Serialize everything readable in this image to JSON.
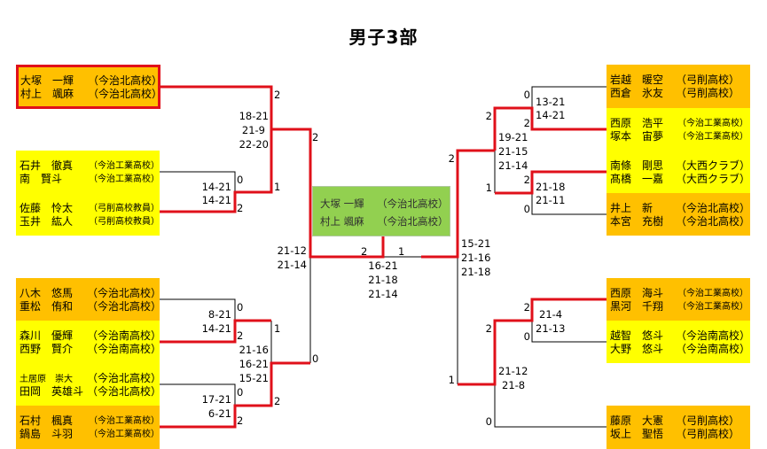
{
  "title": "男子3部",
  "colors": {
    "seed": "#FFC000",
    "unseeded": "#FFFF00",
    "champion": "#92D050",
    "win_line": "#E0101A",
    "line": "#000000"
  },
  "champion": {
    "players": [
      {
        "name": "大塚 一輝",
        "school": "（今治北高校）"
      },
      {
        "name": "村上 颯麻",
        "school": "（今治北高校）"
      }
    ]
  },
  "left": {
    "teams": [
      {
        "players": [
          {
            "name": "大塚　一輝",
            "school": "（今治北高校）"
          },
          {
            "name": "村上　颯麻",
            "school": "（今治北高校）"
          }
        ]
      },
      {
        "players": [
          {
            "name": "石井　徹真",
            "school": "（今治工業高校）"
          },
          {
            "name": "南　賢斗",
            "school": "（今治工業高校）"
          }
        ]
      },
      {
        "players": [
          {
            "name": "佐藤　怜太",
            "school": "（弓削高校教員）"
          },
          {
            "name": "玉井　紘人",
            "school": "（弓削高校教員）"
          }
        ]
      },
      {
        "players": [
          {
            "name": "八木　悠馬",
            "school": "（今治北高校）"
          },
          {
            "name": "重松　侑和",
            "school": "（今治北高校）"
          }
        ]
      },
      {
        "players": [
          {
            "name": "森川　優輝",
            "school": "（今治南高校）"
          },
          {
            "name": "西野　賢介",
            "school": "（今治南高校）"
          }
        ]
      },
      {
        "players": [
          {
            "name": "土居原　崇大",
            "school": "（今治北高校）"
          },
          {
            "name": "田岡　英雄斗",
            "school": "（今治北高校）"
          }
        ]
      },
      {
        "players": [
          {
            "name": "石村　楓真",
            "school": "（今治工業高校）"
          },
          {
            "name": "鍋島　斗羽",
            "school": "（今治工業高校）"
          }
        ]
      }
    ],
    "matches": {
      "r1_a": {
        "top_games": "0",
        "bottom_games": "2",
        "scores": [
          "14-21",
          "14-21"
        ]
      },
      "r1_b": {
        "top_games": "0",
        "bottom_games": "2",
        "scores": [
          "8-21",
          "14-21"
        ]
      },
      "r1_c": {
        "top_games": "0",
        "bottom_games": "2",
        "scores": [
          "17-21",
          "6-21"
        ]
      },
      "qf_top": {
        "top_games": "2",
        "bottom_games": "1",
        "scores": [
          "18-21",
          "21-9",
          "22-20"
        ]
      },
      "qf_bottom": {
        "top_games": "1",
        "bottom_games": "2",
        "scores": [
          "21-16",
          "16-21",
          "15-21"
        ]
      },
      "sf": {
        "top_games": "2",
        "bottom_games": "0",
        "scores": [
          "21-12",
          "21-14"
        ]
      }
    }
  },
  "right": {
    "teams": [
      {
        "players": [
          {
            "name": "岩越　暖空",
            "school": "（弓削高校）"
          },
          {
            "name": "西倉　氷友",
            "school": "（弓削高校）"
          }
        ]
      },
      {
        "players": [
          {
            "name": "西原　浩平",
            "school": "（今治工業高校）"
          },
          {
            "name": "塚本　宙夢",
            "school": "（今治工業高校）"
          }
        ]
      },
      {
        "players": [
          {
            "name": "南條　剛思",
            "school": "（大西クラブ）"
          },
          {
            "name": "髙橋　一嘉",
            "school": "（大西クラブ）"
          }
        ]
      },
      {
        "players": [
          {
            "name": "井上　新",
            "school": "（今治北高校）"
          },
          {
            "name": "本宮　充樹",
            "school": "（今治北高校）"
          }
        ]
      },
      {
        "players": [
          {
            "name": "西原　海斗",
            "school": "（今治工業高校）"
          },
          {
            "name": "黒河　千翔",
            "school": "（今治工業高校）"
          }
        ]
      },
      {
        "players": [
          {
            "name": "越智　悠斗",
            "school": "（今治南高校）"
          },
          {
            "name": "大野　悠斗",
            "school": "（今治南高校）"
          }
        ]
      },
      {
        "players": [
          {
            "name": "藤原　大憲",
            "school": "（弓削高校）"
          },
          {
            "name": "坂上　聖悟",
            "school": "（弓削高校）"
          }
        ]
      }
    ],
    "matches": {
      "r1_a": {
        "top_games": "0",
        "bottom_games": "2",
        "scores": [
          "13-21",
          "14-21"
        ]
      },
      "r1_b": {
        "top_games": "2",
        "bottom_games": "0",
        "scores": [
          "21-18",
          "21-11"
        ]
      },
      "r1_c": {
        "top_games": "2",
        "bottom_games": "0",
        "scores": [
          "21-4",
          "21-13"
        ]
      },
      "qf_top": {
        "top_games": "2",
        "bottom_games": "1",
        "scores": [
          "19-21",
          "21-15",
          "21-14"
        ]
      },
      "qf_bottom": {
        "top_games": "2",
        "bottom_games": "0",
        "scores": [
          "21-12",
          "21-8"
        ]
      },
      "sf": {
        "top_games": "2",
        "bottom_games": "1",
        "scores": [
          "15-21",
          "21-16",
          "21-18"
        ]
      }
    }
  },
  "final": {
    "left_games": "2",
    "right_games": "1",
    "scores": [
      "16-21",
      "21-18",
      "21-14"
    ]
  }
}
